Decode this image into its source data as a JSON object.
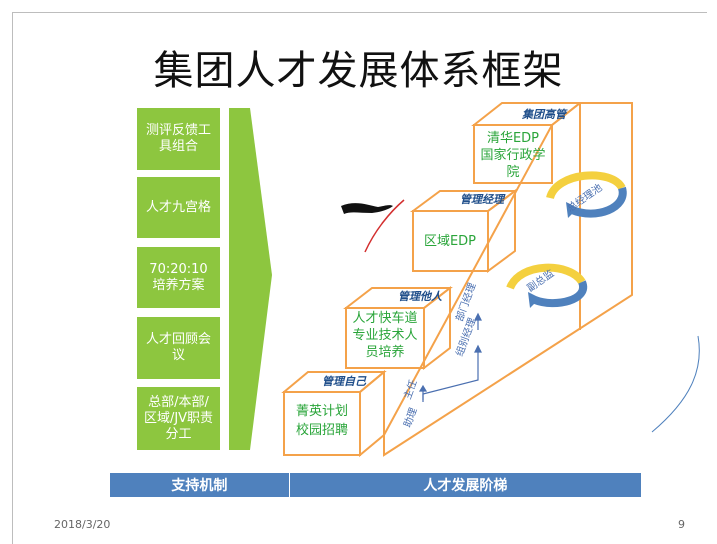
{
  "slide": {
    "title": "集团人才发展体系框架",
    "date": "2018/3/20",
    "page": "9"
  },
  "support_boxes": [
    "测评反馈工具组合",
    "人才九宫格",
    "70:20:10培养方案",
    "人才回顾会议",
    "总部/本部/区域/JV职责分工"
  ],
  "footer": {
    "left": "支持机制",
    "right": "人才发展阶梯"
  },
  "stairs": {
    "step1": {
      "label": "管理自己",
      "lines": [
        "菁英计划",
        "校园招聘"
      ]
    },
    "step2": {
      "label": "管理他人",
      "lines": [
        "人才快车道",
        "专业技术人",
        "员培养"
      ]
    },
    "step3": {
      "label": "管理经理",
      "lines": [
        "区域EDP"
      ]
    },
    "step4": {
      "label": "集团高管",
      "lines": [
        "清华EDP",
        "国家行政学",
        "院"
      ]
    }
  },
  "side_labels": {
    "supervisor": "主任",
    "assistant": "助理",
    "group_manager": "组别经理",
    "dept_manager": "部门经理"
  },
  "arrow_labels": {
    "deputy": "副总监",
    "gm": "总经理池"
  },
  "colors": {
    "green": "#8dc63f",
    "orange": "#f4a24a",
    "blue": "#4f81bd",
    "text_green": "#2aa53a"
  }
}
